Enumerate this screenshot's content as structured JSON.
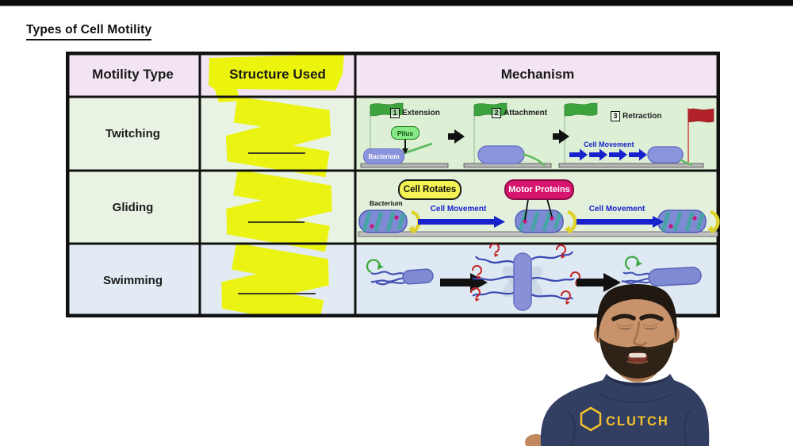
{
  "page": {
    "title": "Types of Cell Motility"
  },
  "table": {
    "headers": [
      "Motility Type",
      "Structure Used",
      "Mechanism"
    ],
    "rows": [
      {
        "motility_type": "Twitching"
      },
      {
        "motility_type": "Gliding"
      },
      {
        "motility_type": "Swimming"
      }
    ]
  },
  "diagrams": {
    "twitching": {
      "steps": [
        {
          "num": "1",
          "label": "Extension"
        },
        {
          "num": "2",
          "label": "Attachment"
        },
        {
          "num": "3",
          "label": "Retraction"
        }
      ],
      "pilus_label": "Pilus",
      "bacterium_label": "Bacterium",
      "cell_movement_label": "Cell Movement"
    },
    "gliding": {
      "cell_rotates_label": "Cell Rotates",
      "motor_proteins_label": "Motor Proteins",
      "bacterium_label": "Bacterium",
      "cell_movement_label_1": "Cell Movement",
      "cell_movement_label_2": "Cell Movement"
    }
  },
  "instructor": {
    "shirt_logo_text": "CLUTCH"
  },
  "colors": {
    "highlight_yellow": "#ebf312",
    "header_lavender": "#f2e4f2",
    "row_green": "#e9f3e3",
    "row_blue": "#e2ebf4",
    "flag_green": "#3da43d",
    "flag_red": "#b2222a",
    "bacterium_blue": "#8a94dd",
    "movement_blue": "#1722cc",
    "motor_protein_pink": "#d8156e",
    "label_yellow": "#f5f353",
    "shirt_navy": "#333e63",
    "logo_gold": "#f2c32a"
  }
}
